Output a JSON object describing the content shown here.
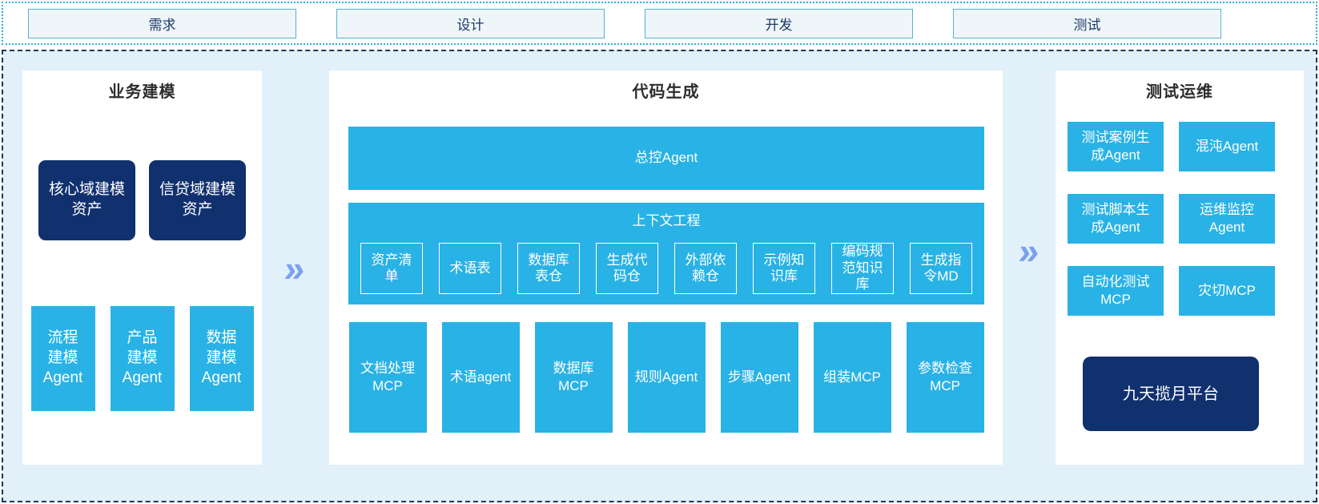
{
  "phases": {
    "items": [
      {
        "label": "需求"
      },
      {
        "label": "设计"
      },
      {
        "label": "开发"
      },
      {
        "label": "测试"
      }
    ]
  },
  "columns": {
    "business_modeling": {
      "title": "业务建模",
      "assets": [
        {
          "label": "核心域建模资产"
        },
        {
          "label": "信贷域建模资产"
        }
      ],
      "agents": [
        {
          "label": "流程建模Agent"
        },
        {
          "label": "产品建模Agent"
        },
        {
          "label": "数据建模Agent"
        }
      ]
    },
    "code_generation": {
      "title": "代码生成",
      "master_agent": "总控Agent",
      "context_engineering": {
        "title": "上下文工程",
        "items": [
          {
            "label": "资产清单"
          },
          {
            "label": "术语表"
          },
          {
            "label": "数据库表仓"
          },
          {
            "label": "生成代码仓"
          },
          {
            "label": "外部依赖仓"
          },
          {
            "label": "示例知识库"
          },
          {
            "label": "编码规范知识库"
          },
          {
            "label": "生成指令MD"
          }
        ]
      },
      "tools": [
        {
          "label": "文档处理MCP"
        },
        {
          "label": "术语agent"
        },
        {
          "label": "数据库MCP"
        },
        {
          "label": "规则Agent"
        },
        {
          "label": "步骤Agent"
        },
        {
          "label": "组装MCP"
        },
        {
          "label": "参数检查MCP"
        }
      ]
    },
    "test_ops": {
      "title": "测试运维",
      "agents": [
        {
          "label": "测试案例生成Agent"
        },
        {
          "label": "混沌Agent"
        },
        {
          "label": "测试脚本生成Agent"
        },
        {
          "label": "运维监控Agent"
        },
        {
          "label": "自动化测试MCP"
        },
        {
          "label": "灾切MCP"
        }
      ],
      "platform": "九天揽月平台"
    }
  },
  "icons": {
    "flow_arrow": {
      "name": "double-chevron-right",
      "glyph": "»"
    }
  },
  "colors": {
    "accent_cyan": "#29b2e5",
    "navy": "#11306e",
    "container_bg": "#e2f0fa",
    "dashed_border": "#1e3a50",
    "dotted_border": "#2fb0d6",
    "phase_box_bg": "#eef6fa",
    "phase_box_border": "#58b0d2",
    "phase_text": "#1c3a63",
    "arrow_blue": "#79a1ee"
  }
}
